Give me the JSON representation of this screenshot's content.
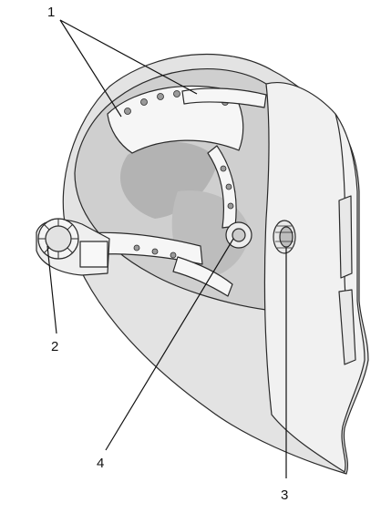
{
  "figure": {
    "subject": "welding-helmet-rear-view",
    "callouts": [
      {
        "id": "1",
        "label": "1"
      },
      {
        "id": "2",
        "label": "2"
      },
      {
        "id": "3",
        "label": "3"
      },
      {
        "id": "4",
        "label": "4"
      }
    ],
    "colors": {
      "shell": "#ededed",
      "inner": "#d6d6d6",
      "shadow": "#b9b9b9",
      "line": "#2a2a2a",
      "band": "#f6f6f6"
    }
  }
}
